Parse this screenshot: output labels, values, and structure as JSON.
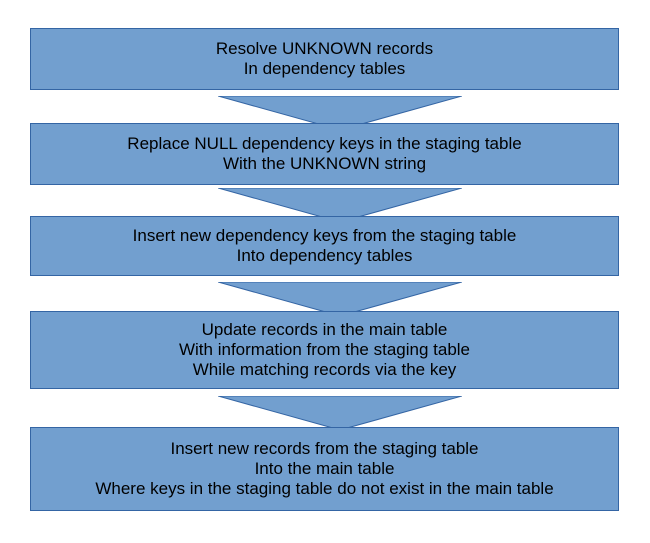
{
  "steps": [
    {
      "lines": [
        "Resolve UNKNOWN records",
        "In dependency tables"
      ]
    },
    {
      "lines": [
        "Replace NULL dependency keys in the staging table",
        "With the UNKNOWN string"
      ]
    },
    {
      "lines": [
        "Insert new dependency keys from the staging table",
        "Into dependency tables"
      ]
    },
    {
      "lines": [
        "Update records in the main table",
        "With information from the staging table",
        "While matching records via the key"
      ]
    },
    {
      "lines": [
        "Insert new records from the staging table",
        "Into the main table",
        "Where keys in the staging table do not exist in the main table"
      ]
    }
  ],
  "colors": {
    "box_fill": "#729fcf",
    "box_border": "#3465a4"
  }
}
